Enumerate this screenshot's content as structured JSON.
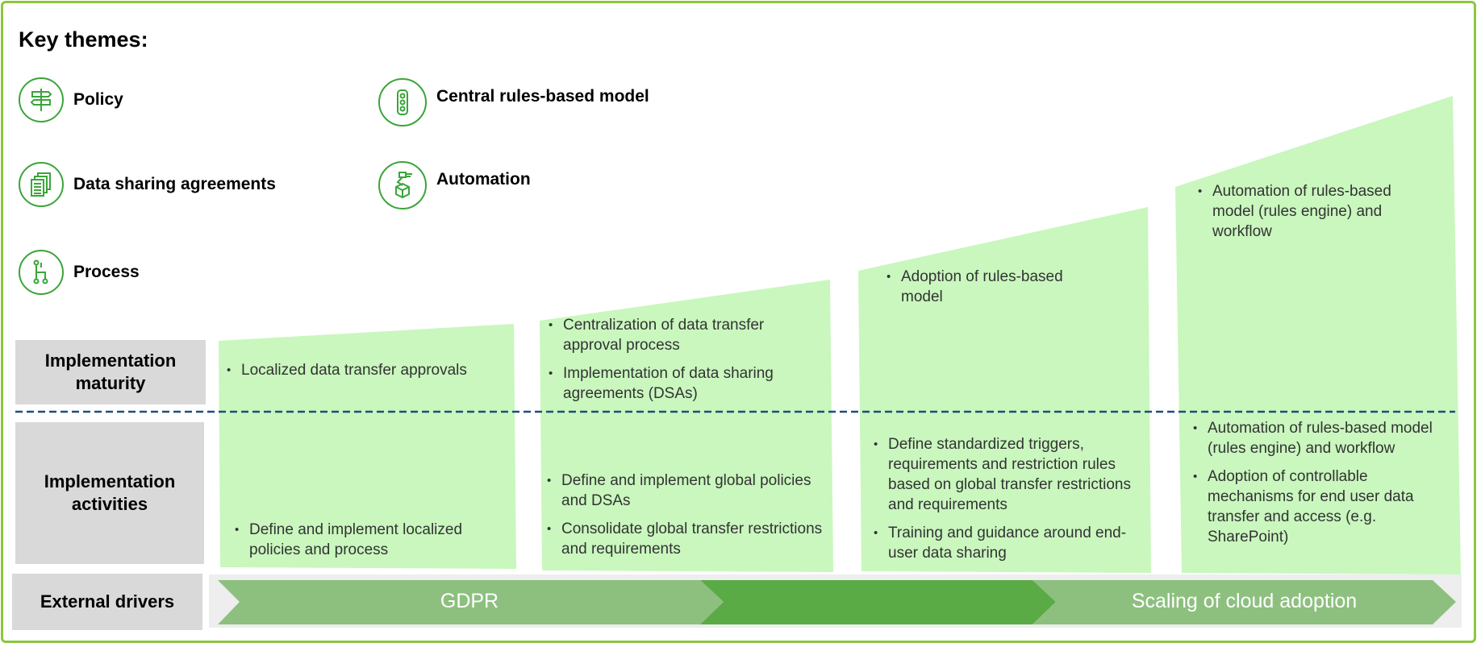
{
  "title": "Key themes:",
  "themes": [
    {
      "label": "Policy",
      "icon": "signpost-icon"
    },
    {
      "label": "Data sharing agreements",
      "icon": "documents-icon"
    },
    {
      "label": "Process",
      "icon": "process-flow-icon"
    },
    {
      "label": "Central rules-based model",
      "icon": "traffic-light-icon"
    },
    {
      "label": "Automation",
      "icon": "robot-arm-icon"
    }
  ],
  "rows": {
    "maturity": "Implementation maturity",
    "activities": "Implementation activities",
    "drivers": "External drivers"
  },
  "stages": [
    {
      "maturity": [
        "Localized data transfer approvals"
      ],
      "activities": [
        "Define and implement localized policies and process"
      ]
    },
    {
      "maturity": [
        "Centralization of data transfer approval process",
        "Implementation of data sharing agreements (DSAs)"
      ],
      "activities": [
        "Define and implement global policies and DSAs",
        "Consolidate global transfer restrictions and requirements"
      ]
    },
    {
      "maturity": [
        "Adoption of rules-based model"
      ],
      "activities": [
        "Define standardized triggers, requirements and restriction rules based on global transfer restrictions and requirements",
        "Training and guidance around end-user data sharing"
      ]
    },
    {
      "maturity": [
        "Automation of rules-based model (rules engine) and workflow"
      ],
      "activities": [
        "Automation of rules-based model (rules engine) and workflow",
        "Adoption of controllable mechanisms for end user data transfer and access (e.g. SharePoint)"
      ]
    }
  ],
  "drivers": [
    {
      "label": "GDPR",
      "color": "#8dc07f"
    },
    {
      "label": "",
      "color": "#5aaa46"
    },
    {
      "label": "Scaling of cloud adoption",
      "color": "#8dc07f"
    }
  ],
  "colors": {
    "frame": "#8cc63f",
    "column_fill": "#c9f7be",
    "divider": "#1f4e79",
    "label_bg": "#d9d9d9",
    "icon_stroke": "#3aa53a"
  }
}
